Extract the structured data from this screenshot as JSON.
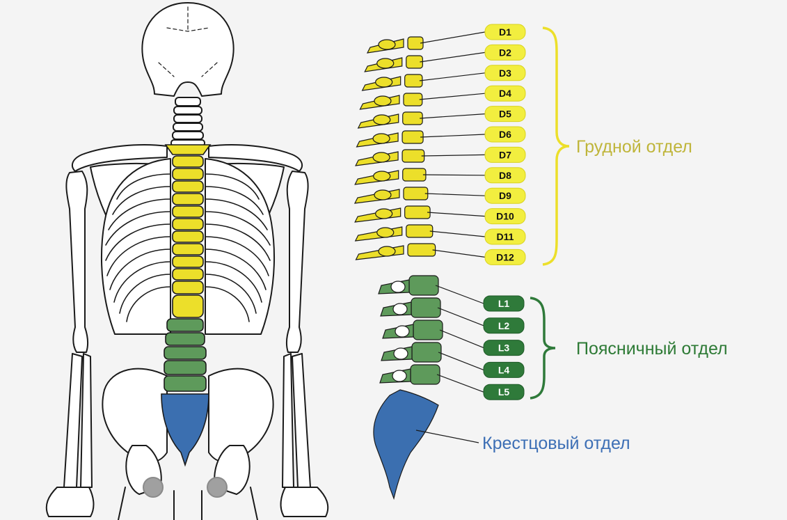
{
  "colors": {
    "thoracic": "#ecdf2a",
    "thoracic_label_bg": "#f2ee3f",
    "thoracic_text": "#bfb53a",
    "lumbar": "#5e9a5b",
    "lumbar_label_bg": "#2f7a3a",
    "lumbar_text": "#2d7a35",
    "sacral": "#3b6fb0",
    "sacral_text": "#3d6fb5",
    "cervical": "#ffffff",
    "outline": "#1a1a1a"
  },
  "figures": {
    "left": "skeleton-back-view",
    "right": "spine-side-view"
  },
  "labels": {
    "thoracic": [
      "D1",
      "D2",
      "D3",
      "D4",
      "D5",
      "D6",
      "D7",
      "D8",
      "D9",
      "D10",
      "D11",
      "D12"
    ],
    "lumbar": [
      "L1",
      "L2",
      "L3",
      "L4",
      "L5"
    ]
  },
  "regions": {
    "thoracic": "Грудной отдел",
    "lumbar": "Поясничный отдел",
    "sacral": "Крестцовый отдел"
  }
}
